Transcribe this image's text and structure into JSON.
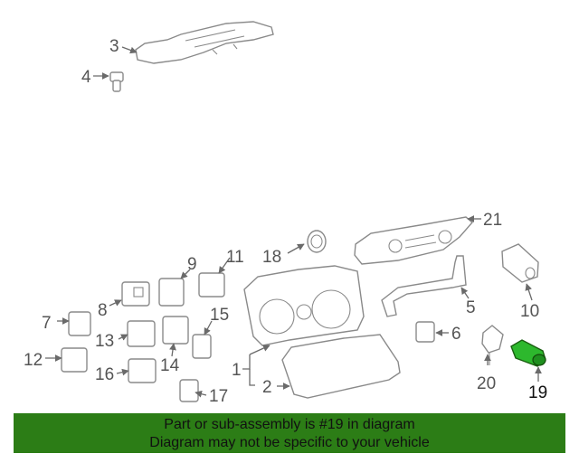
{
  "diagram": {
    "highlight_color": "#2db82d",
    "callouts": [
      "1",
      "2",
      "3",
      "4",
      "5",
      "6",
      "7",
      "8",
      "9",
      "10",
      "11",
      "12",
      "13",
      "14",
      "15",
      "16",
      "17",
      "18",
      "19",
      "20",
      "21"
    ],
    "highlighted_callout": "19"
  },
  "banner": {
    "line1": "Part or sub-assembly is #19 in diagram",
    "line2": "Diagram may not be specific to your vehicle",
    "background": "#2c7d16"
  }
}
